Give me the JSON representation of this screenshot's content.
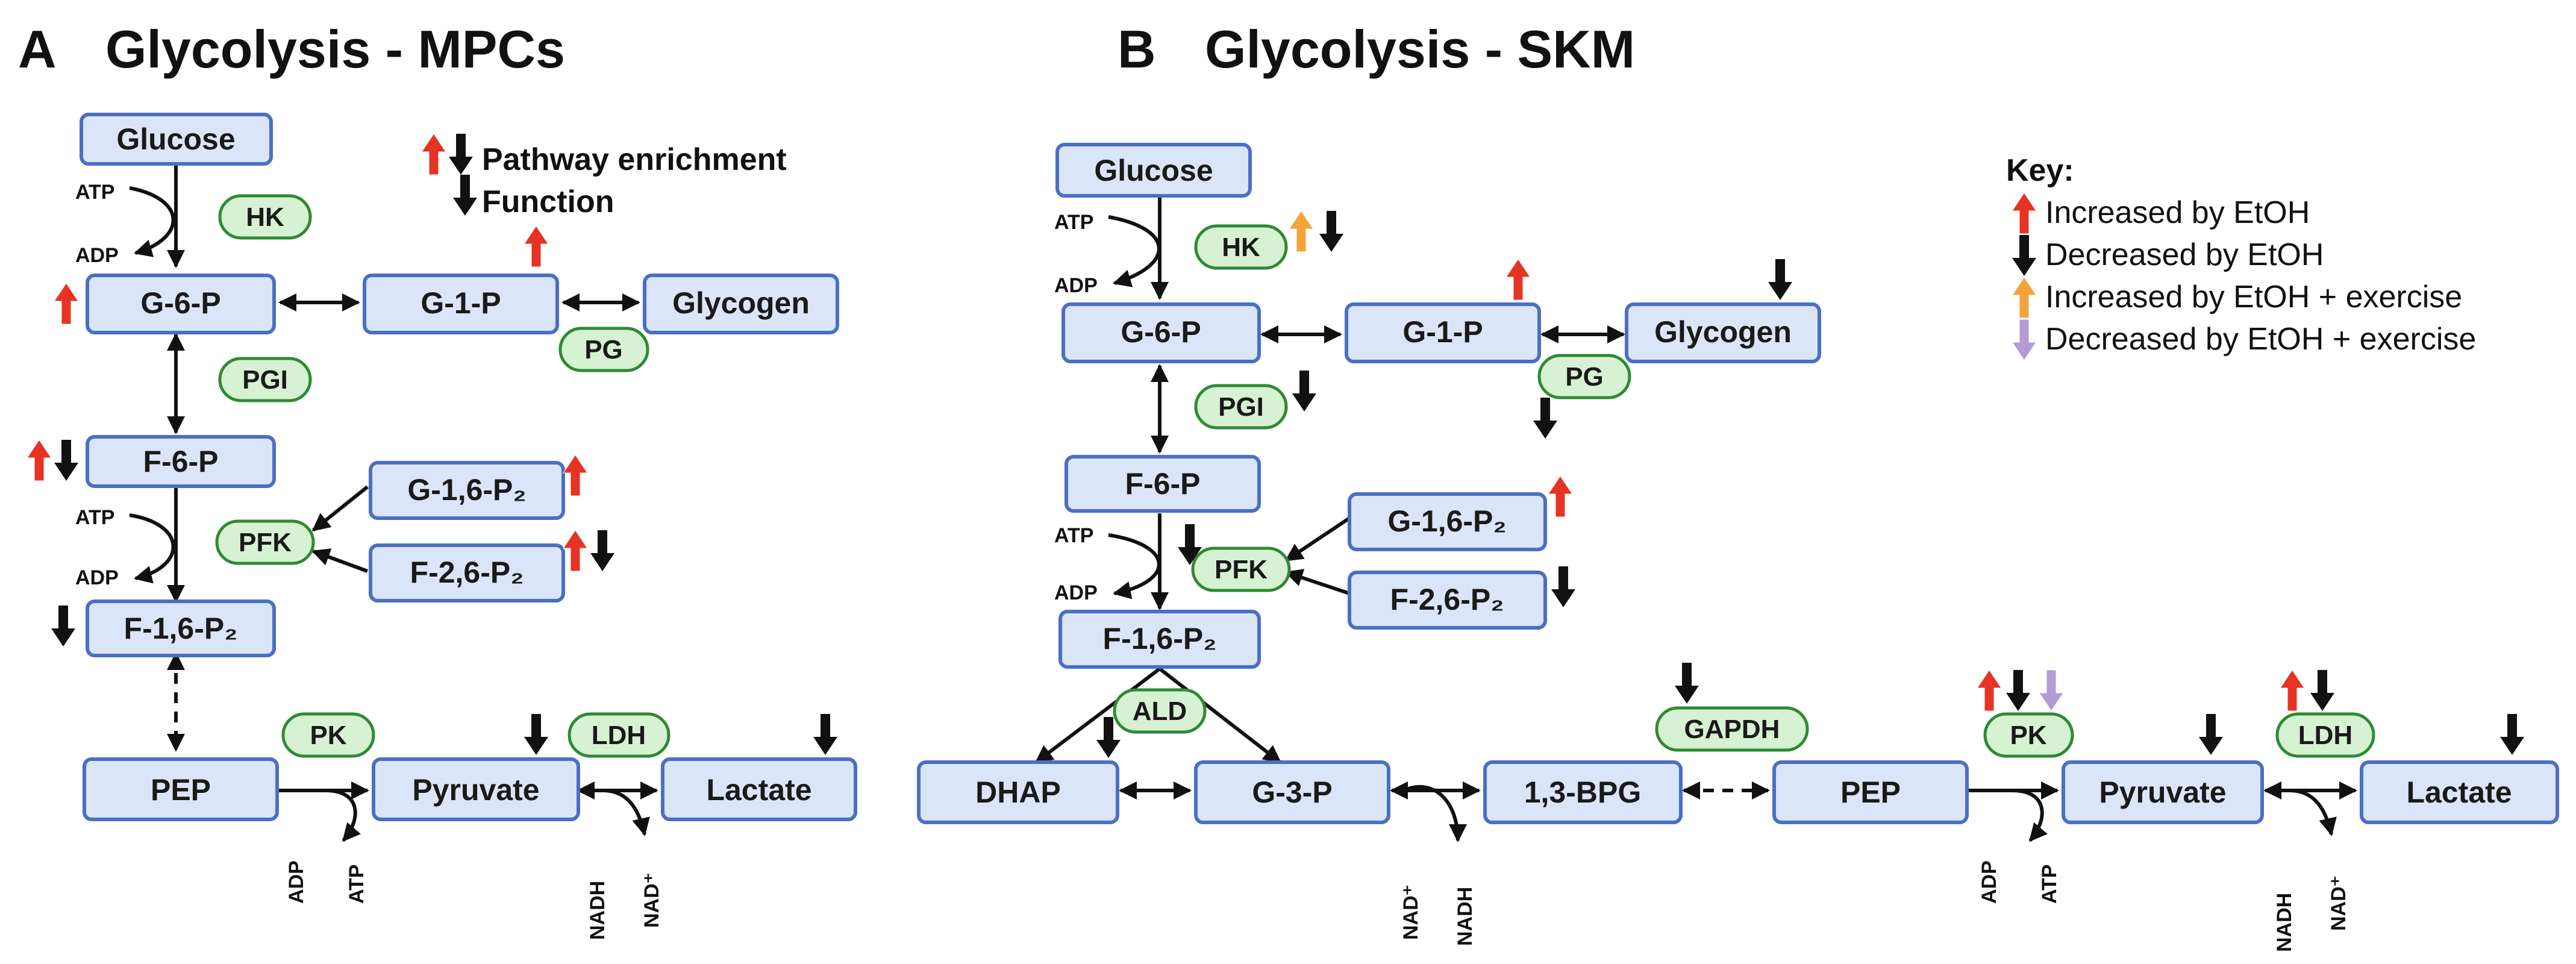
{
  "colors": {
    "up": "#e53324",
    "down": "#111111",
    "up_exercise": "#f6a23a",
    "down_exercise": "#b39bd6",
    "metabolite_fill": "#dbe5f8",
    "metabolite_border": "#4a6fc4",
    "enzyme_fill": "#d6f2d2",
    "enzyme_border": "#2f8a34"
  },
  "panel_a": {
    "letter": "A",
    "title": "Glycolysis - MPCs",
    "legend_enrichment": "Pathway enrichment",
    "legend_function": "Function",
    "metabolites": {
      "glucose": "Glucose",
      "g6p": "G-6-P",
      "g1p": "G-1-P",
      "glycogen": "Glycogen",
      "f6p": "F-6-P",
      "g16p2": "G-1,6-P₂",
      "f26p2": "F-2,6-P₂",
      "f16p2": "F-1,6-P₂",
      "pep": "PEP",
      "pyruvate": "Pyruvate",
      "lactate": "Lactate"
    },
    "enzymes": {
      "hk": "HK",
      "pg": "PG",
      "pgi": "PGI",
      "pfk": "PFK",
      "pk": "PK",
      "ldh": "LDH"
    },
    "cofactors": {
      "atp1": "ATP",
      "adp1": "ADP",
      "atp2": "ATP",
      "adp2": "ADP",
      "pk_adp": "ADP",
      "pk_atp": "ATP",
      "ldh_nadh": "NADH",
      "ldh_nad": "NAD⁺"
    }
  },
  "panel_b": {
    "letter": "B",
    "title": "Glycolysis - SKM",
    "metabolites": {
      "glucose": "Glucose",
      "g6p": "G-6-P",
      "g1p": "G-1-P",
      "glycogen": "Glycogen",
      "f6p": "F-6-P",
      "g16p2": "G-1,6-P₂",
      "f26p2": "F-2,6-P₂",
      "f16p2": "F-1,6-P₂",
      "dhap": "DHAP",
      "g3p": "G-3-P",
      "bpg": "1,3-BPG",
      "pep": "PEP",
      "pyruvate": "Pyruvate",
      "lactate": "Lactate"
    },
    "enzymes": {
      "hk": "HK",
      "pg": "PG",
      "pgi": "PGI",
      "pfk": "PFK",
      "ald": "ALD",
      "gapdh": "GAPDH",
      "pk": "PK",
      "ldh": "LDH"
    },
    "cofactors": {
      "atp1": "ATP",
      "adp1": "ADP",
      "atp2": "ATP",
      "adp2": "ADP",
      "g3p_nad": "NAD⁺",
      "g3p_nadh": "NADH",
      "pk_adp": "ADP",
      "pk_atp": "ATP",
      "ldh_nadh": "NADH",
      "ldh_nad": "NAD⁺"
    }
  },
  "key": {
    "title": "Key:",
    "items": [
      "Increased by EtOH",
      "Decreased by EtOH",
      "Increased by EtOH + exercise",
      "Decreased by EtOH + exercise"
    ]
  }
}
